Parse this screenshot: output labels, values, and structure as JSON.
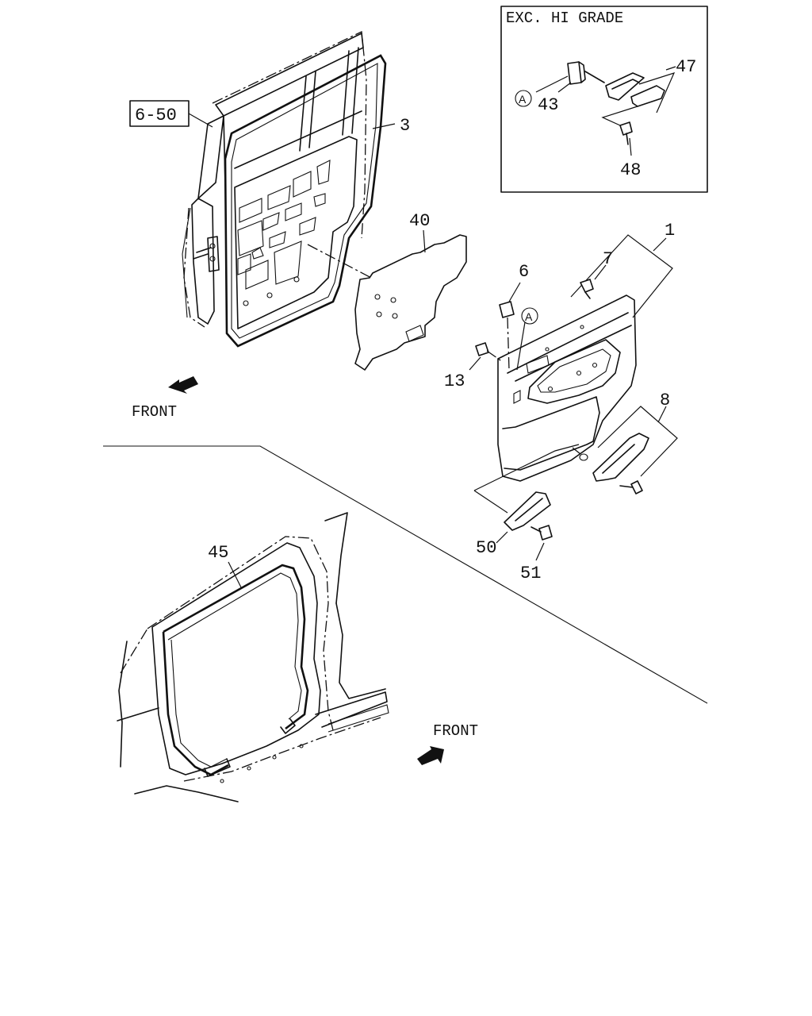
{
  "inset": {
    "title": "EXC. HI GRADE"
  },
  "ref_box": {
    "label": "6-50"
  },
  "front_labels": {
    "upper": "FRONT",
    "lower": "FRONT"
  },
  "callouts": {
    "c1": "1",
    "c3": "3",
    "c6": "6",
    "c7": "7",
    "c8": "8",
    "c13": "13",
    "c40": "40",
    "c43": "43",
    "c45": "45",
    "c47": "47",
    "c48": "48",
    "c50": "50",
    "c51": "51"
  },
  "circle_marks": {
    "a_inset": "A",
    "a_panel": "A"
  }
}
